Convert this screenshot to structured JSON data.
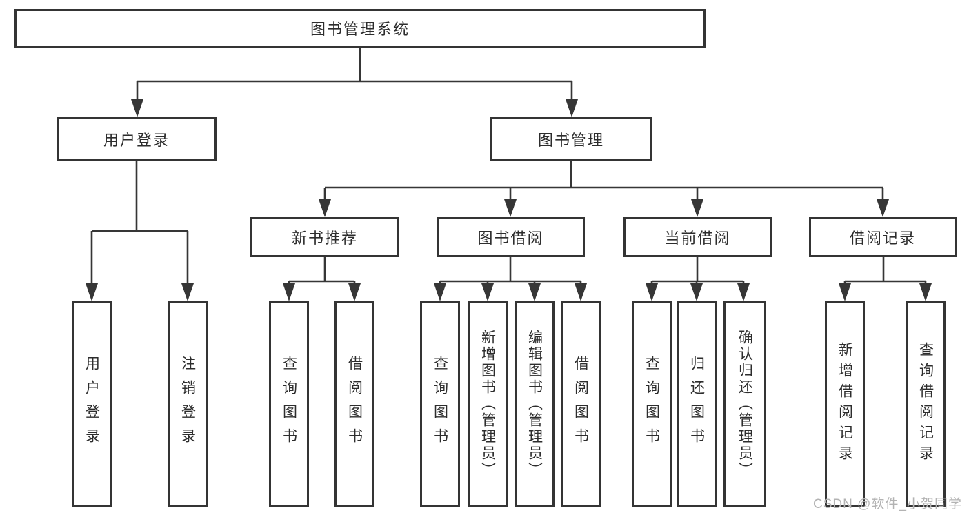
{
  "meta": {
    "diagram_type": "hierarchy-tree",
    "background_color": "#ffffff",
    "line_color": "#363636",
    "box_border_color": "#343434",
    "text_color": "#2d2d2d",
    "watermark_color": "#b3b3b3"
  },
  "nodes": {
    "root": "图书管理系统",
    "user_login": "用户登录",
    "book_mgmt": "图书管理",
    "new_book_rec": "新书推荐",
    "book_borrow": "图书借阅",
    "current_borrow": "当前借阅",
    "borrow_records": "借阅记录",
    "leaf_user_login": "用户登录",
    "leaf_logout": "注销登录",
    "leaf_nb_query": "查询图书",
    "leaf_nb_borrow": "借阅图书",
    "leaf_bb_query": "查询图书",
    "leaf_bb_add": "新增图书（管理员）",
    "leaf_bb_edit": "编辑图书（管理员）",
    "leaf_bb_borrow": "借阅图书",
    "leaf_cb_query": "查询图书",
    "leaf_cb_return": "归还图书",
    "leaf_cb_confirm": "确认归还（管理员）",
    "leaf_br_add": "新增借阅记录",
    "leaf_br_query": "查询借阅记录"
  },
  "structure": [
    {
      "parent": "图书管理系统",
      "children": [
        "用户登录",
        "图书管理"
      ]
    },
    {
      "parent": "用户登录",
      "children": [
        "用户登录",
        "注销登录"
      ]
    },
    {
      "parent": "图书管理",
      "children": [
        "新书推荐",
        "图书借阅",
        "当前借阅",
        "借阅记录"
      ]
    },
    {
      "parent": "新书推荐",
      "children": [
        "查询图书",
        "借阅图书"
      ]
    },
    {
      "parent": "图书借阅",
      "children": [
        "查询图书",
        "新增图书（管理员）",
        "编辑图书（管理员）",
        "借阅图书"
      ]
    },
    {
      "parent": "当前借阅",
      "children": [
        "查询图书",
        "归还图书",
        "确认归还（管理员）"
      ]
    },
    {
      "parent": "借阅记录",
      "children": [
        "新增借阅记录",
        "查询借阅记录"
      ]
    }
  ],
  "watermark": "CSDN @软件_小贺同学"
}
